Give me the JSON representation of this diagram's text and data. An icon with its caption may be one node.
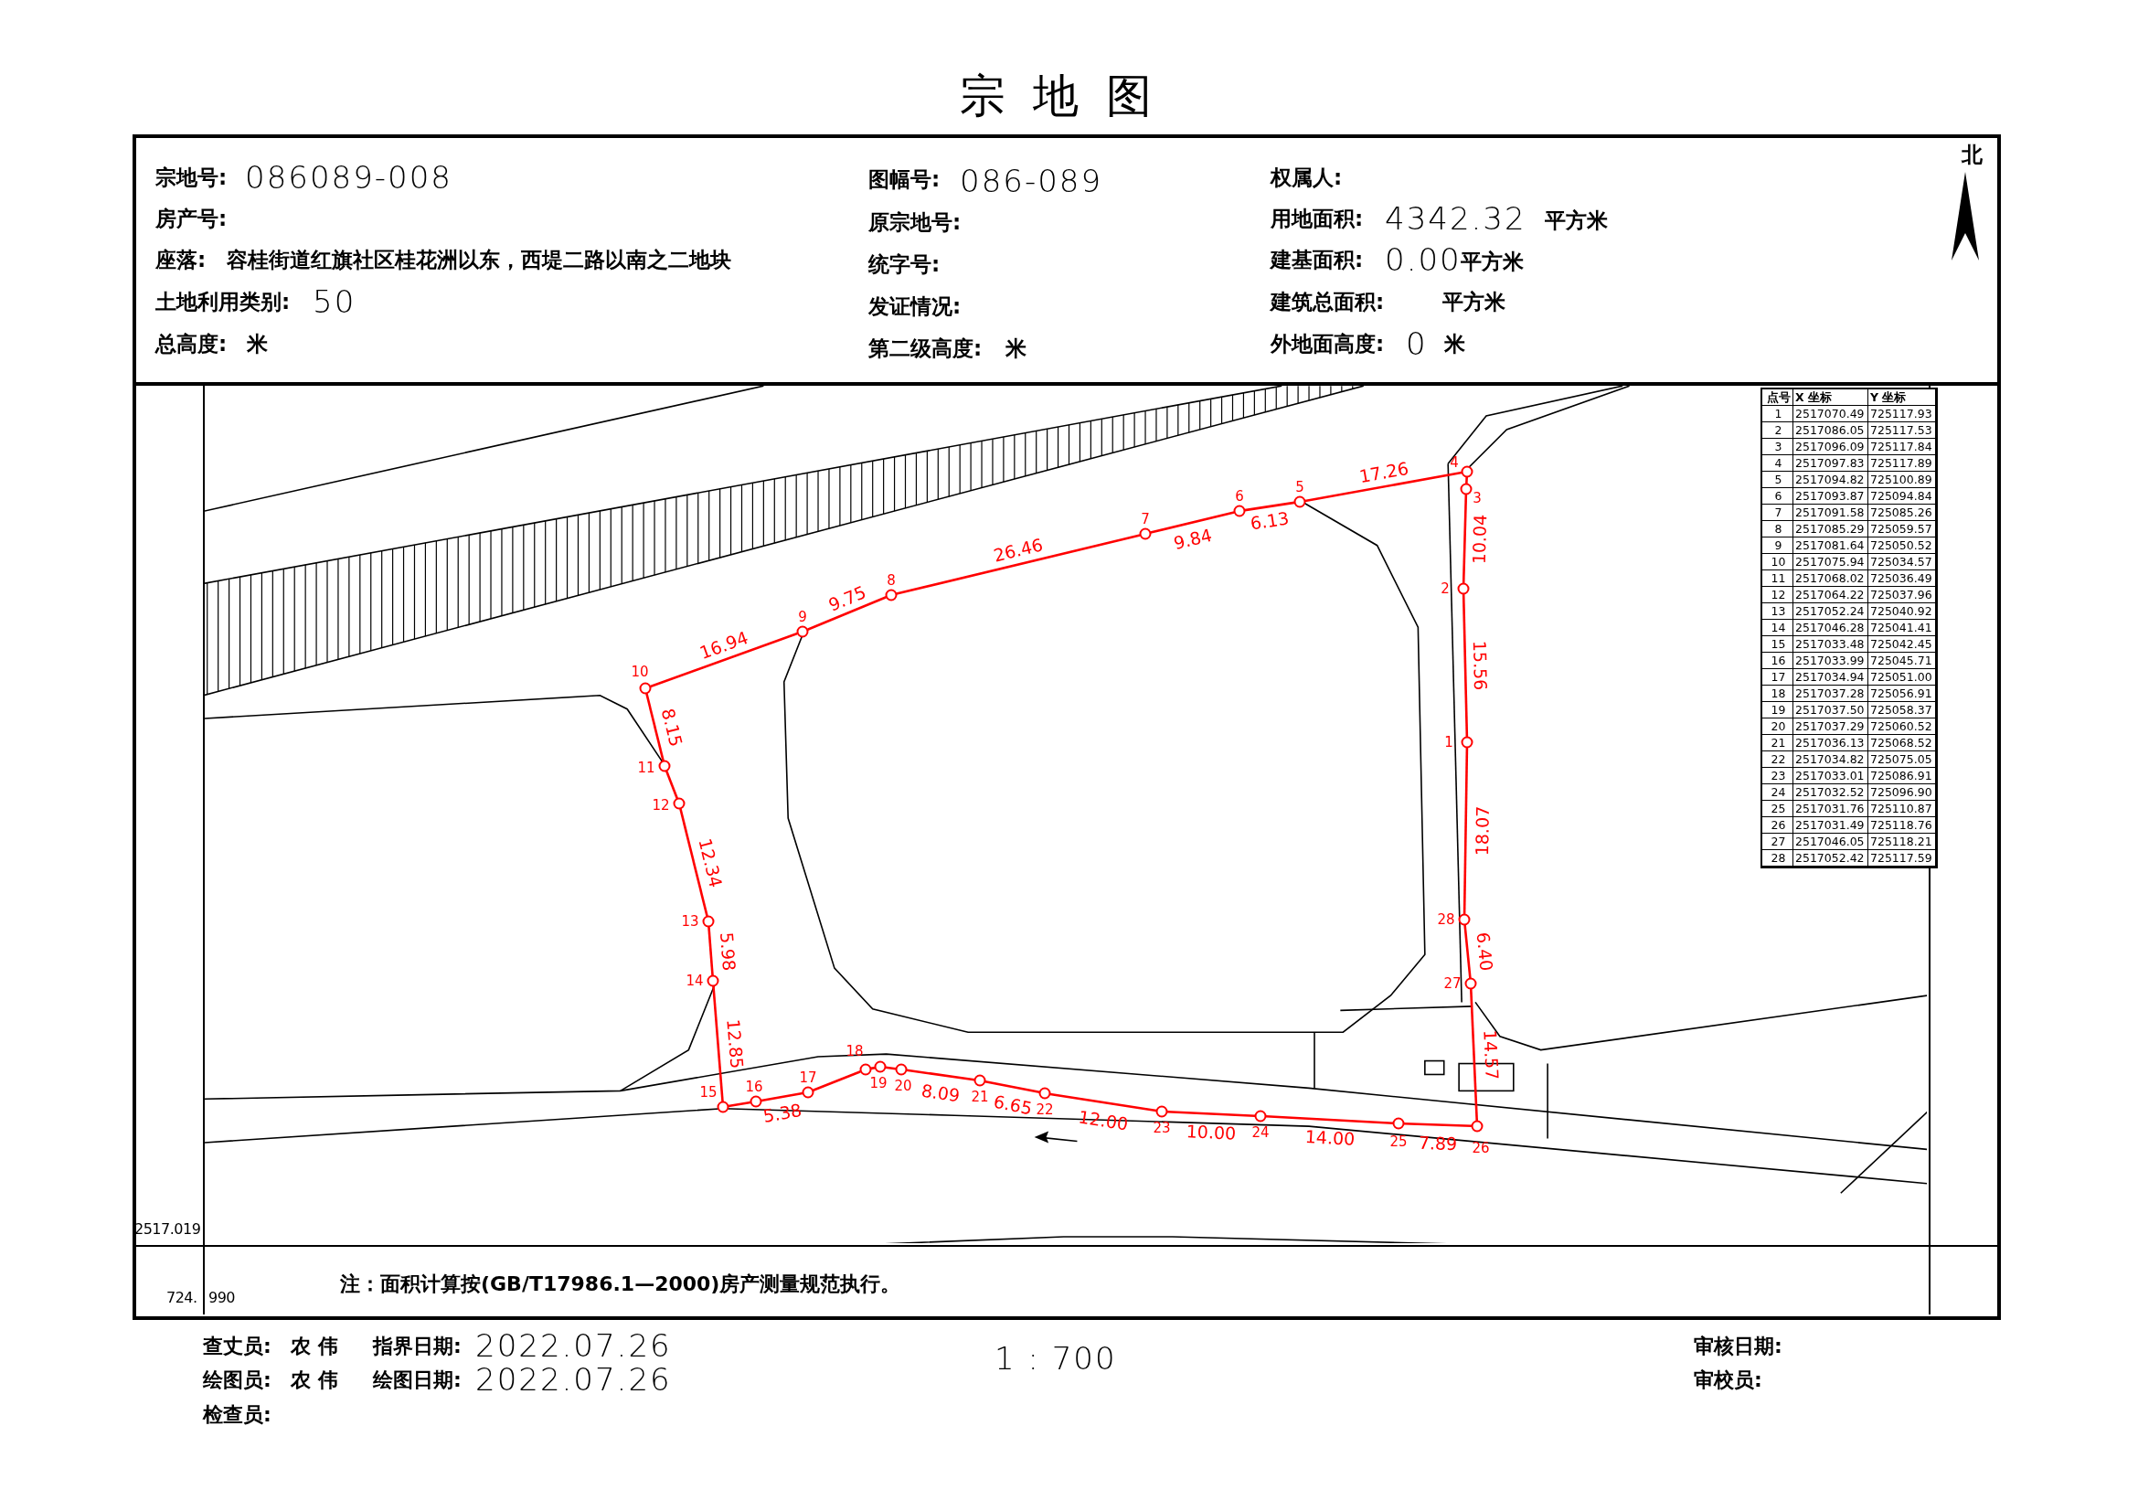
{
  "diagram": {
    "title": "宗地图",
    "nodes": [
      {
        "text": [],
        "shape": "circle",
        "beside": [
          "1"
        ]
      },
      {
        "text": [],
        "shape": "circle",
        "beside": [
          "2"
        ]
      },
      {
        "text": [],
        "shape": "circle",
        "beside": [
          "3"
        ]
      },
      {
        "text": [],
        "shape": "circle",
        "beside": [
          "4"
        ]
      },
      {
        "text": [],
        "shape": "circle",
        "beside": [
          "5"
        ]
      },
      {
        "text": [],
        "shape": "circle",
        "beside": [
          "6"
        ]
      },
      {
        "text": [],
        "shape": "circle",
        "beside": [
          "7"
        ]
      },
      {
        "text": [],
        "shape": "circle",
        "beside": [
          "8"
        ]
      },
      {
        "text": [],
        "shape": "circle",
        "beside": [
          "9"
        ]
      },
      {
        "text": [],
        "shape": "circle",
        "beside": [
          "10"
        ]
      },
      {
        "text": [],
        "shape": "circle",
        "beside": [
          "11"
        ]
      },
      {
        "text": [],
        "shape": "circle",
        "beside": [
          "12"
        ]
      },
      {
        "text": [],
        "shape": "circle",
        "beside": [
          "13"
        ]
      },
      {
        "text": [],
        "shape": "circle",
        "beside": [
          "14"
        ]
      },
      {
        "text": [],
        "shape": "circle",
        "beside": [
          "15"
        ]
      },
      {
        "text": [],
        "shape": "circle",
        "beside": [
          "16"
        ]
      },
      {
        "text": [],
        "shape": "circle",
        "beside": [
          "17"
        ]
      },
      {
        "text": [],
        "shape": "circle",
        "beside": [
          "18"
        ]
      },
      {
        "text": [],
        "shape": "circle",
        "beside": [
          "19"
        ]
      },
      {
        "text": [],
        "shape": "circle",
        "beside": [
          "20"
        ]
      },
      {
        "text": [],
        "shape": "circle",
        "beside": [
          "21"
        ]
      },
      {
        "text": [],
        "shape": "circle",
        "beside": [
          "22"
        ]
      },
      {
        "text": [],
        "shape": "circle",
        "beside": [
          "23"
        ]
      },
      {
        "text": [],
        "shape": "circle",
        "beside": [
          "24"
        ]
      },
      {
        "text": [],
        "shape": "circle",
        "beside": [
          "25"
        ]
      },
      {
        "text": [],
        "shape": "circle",
        "beside": [
          "26"
        ]
      },
      {
        "text": [],
        "shape": "circle",
        "beside": [
          "27"
        ]
      },
      {
        "text": [],
        "shape": "circle",
        "beside": [
          "28"
        ]
      }
    ],
    "edges": [
      {
        "from": 0,
        "to": 1,
        "arrow": "none",
        "label": "15.56"
      },
      {
        "from": 1,
        "to": 2,
        "arrow": "none",
        "label": "10.04"
      },
      {
        "from": 2,
        "to": 3,
        "arrow": "none"
      },
      {
        "from": 3,
        "to": 4,
        "arrow": "none",
        "label": "17.26"
      },
      {
        "from": 4,
        "to": 5,
        "arrow": "none",
        "label": "6.13"
      },
      {
        "from": 5,
        "to": 6,
        "arrow": "none",
        "label": "9.84"
      },
      {
        "from": 6,
        "to": 7,
        "arrow": "none",
        "label": "26.46"
      },
      {
        "from": 7,
        "to": 8,
        "arrow": "none",
        "label": "9.75"
      },
      {
        "from": 8,
        "to": 9,
        "arrow": "none",
        "label": "16.94"
      },
      {
        "from": 9,
        "to": 10,
        "arrow": "none",
        "label": "8.15"
      },
      {
        "from": 10,
        "to": 11,
        "arrow": "none"
      },
      {
        "from": 11,
        "to": 12,
        "arrow": "none",
        "label": "12.34"
      },
      {
        "from": 12,
        "to": 13,
        "arrow": "none",
        "label": "5.98"
      },
      {
        "from": 13,
        "to": 14,
        "arrow": "none",
        "label": "12.85"
      },
      {
        "from": 14,
        "to": 15,
        "arrow": "none"
      },
      {
        "from": 15,
        "to": 16,
        "arrow": "none",
        "label": "5.38"
      },
      {
        "from": 16,
        "to": 17,
        "arrow": "none"
      },
      {
        "from": 17,
        "to": 18,
        "arrow": "none"
      },
      {
        "from": 18,
        "to": 19,
        "arrow": "none"
      },
      {
        "from": 19,
        "to": 20,
        "arrow": "none",
        "label": "8.09"
      },
      {
        "from": 20,
        "to": 21,
        "arrow": "none",
        "label": "6.65"
      },
      {
        "from": 21,
        "to": 22,
        "arrow": "none",
        "label": "12.00"
      },
      {
        "from": 22,
        "to": 23,
        "arrow": "none",
        "label": "10.00"
      },
      {
        "from": 23,
        "to": 24,
        "arrow": "none",
        "label": "14.00"
      },
      {
        "from": 24,
        "to": 25,
        "arrow": "none",
        "label": "7.89"
      },
      {
        "from": 25,
        "to": 26,
        "arrow": "none",
        "label": "14.57"
      },
      {
        "from": 26,
        "to": 27,
        "arrow": "none",
        "label": "6.40"
      },
      {
        "from": 27,
        "to": 0,
        "arrow": "none",
        "label": "18.07"
      }
    ],
    "labels": [
      "宗地号:",
      "086089-008",
      "图幅号:",
      "086-089",
      "权属人:",
      "房产号:",
      "原宗地号:",
      "用地面积:",
      "4342.32",
      "平方米",
      "座落:",
      "容桂街道红旗社区桂花洲以东，西堤二路以南之二地块",
      "统字号:",
      "建基面积:",
      "0.00",
      "平方米",
      "土地利用类别:",
      "50",
      "发证情况:",
      "建筑总面积:",
      "平方米",
      "总高度:",
      "米",
      "第二级高度:",
      "米",
      "外地面高度:",
      "0",
      "米",
      "北",
      "点号",
      "X 坐标",
      "Y 坐标",
      "1",
      "2517070.49",
      "725117.93",
      "2",
      "2517086.05",
      "725117.53",
      "3",
      "2517096.09",
      "725117.84",
      "4",
      "2517097.83",
      "725117.89",
      "5",
      "2517094.82",
      "725100.89",
      "6",
      "2517093.87",
      "725094.84",
      "7",
      "2517091.58",
      "725085.26",
      "8",
      "2517085.29",
      "725059.57",
      "9",
      "2517081.64",
      "725050.52",
      "10",
      "2517075.94",
      "725034.57",
      "11",
      "2517068.02",
      "725036.49",
      "12",
      "2517064.22",
      "725037.96",
      "13",
      "2517052.24",
      "725040.92",
      "14",
      "2517046.28",
      "725041.41",
      "15",
      "2517033.48",
      "725042.45",
      "16",
      "2517033.99",
      "725045.71",
      "17",
      "2517034.94",
      "725051.00",
      "18",
      "2517037.28",
      "725056.91",
      "19",
      "2517037.50",
      "725058.37",
      "20",
      "2517037.29",
      "725060.52",
      "21",
      "2517036.13",
      "725068.52",
      "22",
      "2517034.82",
      "725075.05",
      "23",
      "2517033.01",
      "725086.91",
      "24",
      "2517032.52",
      "725096.90",
      "25",
      "2517031.76",
      "725110.87",
      "26",
      "2517031.49",
      "725118.76",
      "27",
      "2517046.05",
      "725118.21",
      "28",
      "2517052.42",
      "725117.59",
      "2517.019",
      "724.",
      "990",
      "注：面积计算按(GB/T17986.1—2000)房产测量规范执行。",
      "查丈员:",
      "农 伟",
      "指界日期:",
      "2022.07.26",
      "1 : 700",
      "审核日期:",
      "绘图员:",
      "农 伟",
      "绘图日期:",
      "2022.07.26",
      "审校员:",
      "检查员:"
    ]
  }
}
